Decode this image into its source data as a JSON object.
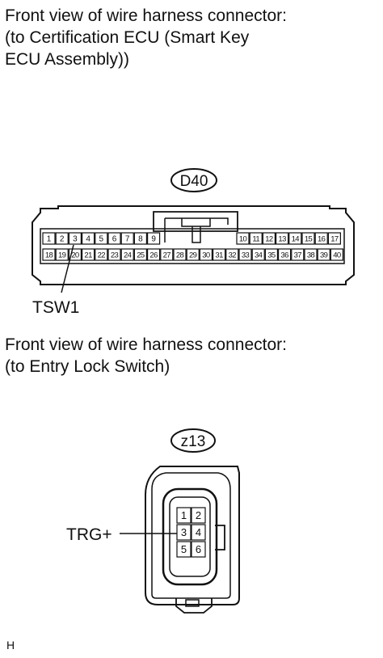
{
  "connector_d40": {
    "caption": "Front view of wire harness connector:\n(to Certification ECU (Smart Key\nECU Assembly))",
    "code": "D40",
    "top_row_left": [
      "1",
      "2",
      "3",
      "4",
      "5",
      "6",
      "7",
      "8",
      "9"
    ],
    "top_row_right": [
      "10",
      "11",
      "12",
      "13",
      "14",
      "15",
      "16",
      "17"
    ],
    "bottom_row": [
      "18",
      "19",
      "20",
      "21",
      "22",
      "23",
      "24",
      "25",
      "26",
      "27",
      "28",
      "29",
      "30",
      "31",
      "32",
      "33",
      "34",
      "35",
      "36",
      "37",
      "38",
      "39",
      "40"
    ],
    "pin_label": "TSW1"
  },
  "connector_z13": {
    "caption": "Front view of wire harness connector:\n(to Entry Lock Switch)",
    "code": "z13",
    "pins": [
      [
        "1",
        "2"
      ],
      [
        "3",
        "4"
      ],
      [
        "5",
        "6"
      ]
    ],
    "pin_label": "TRG+"
  },
  "figure_id": "H"
}
